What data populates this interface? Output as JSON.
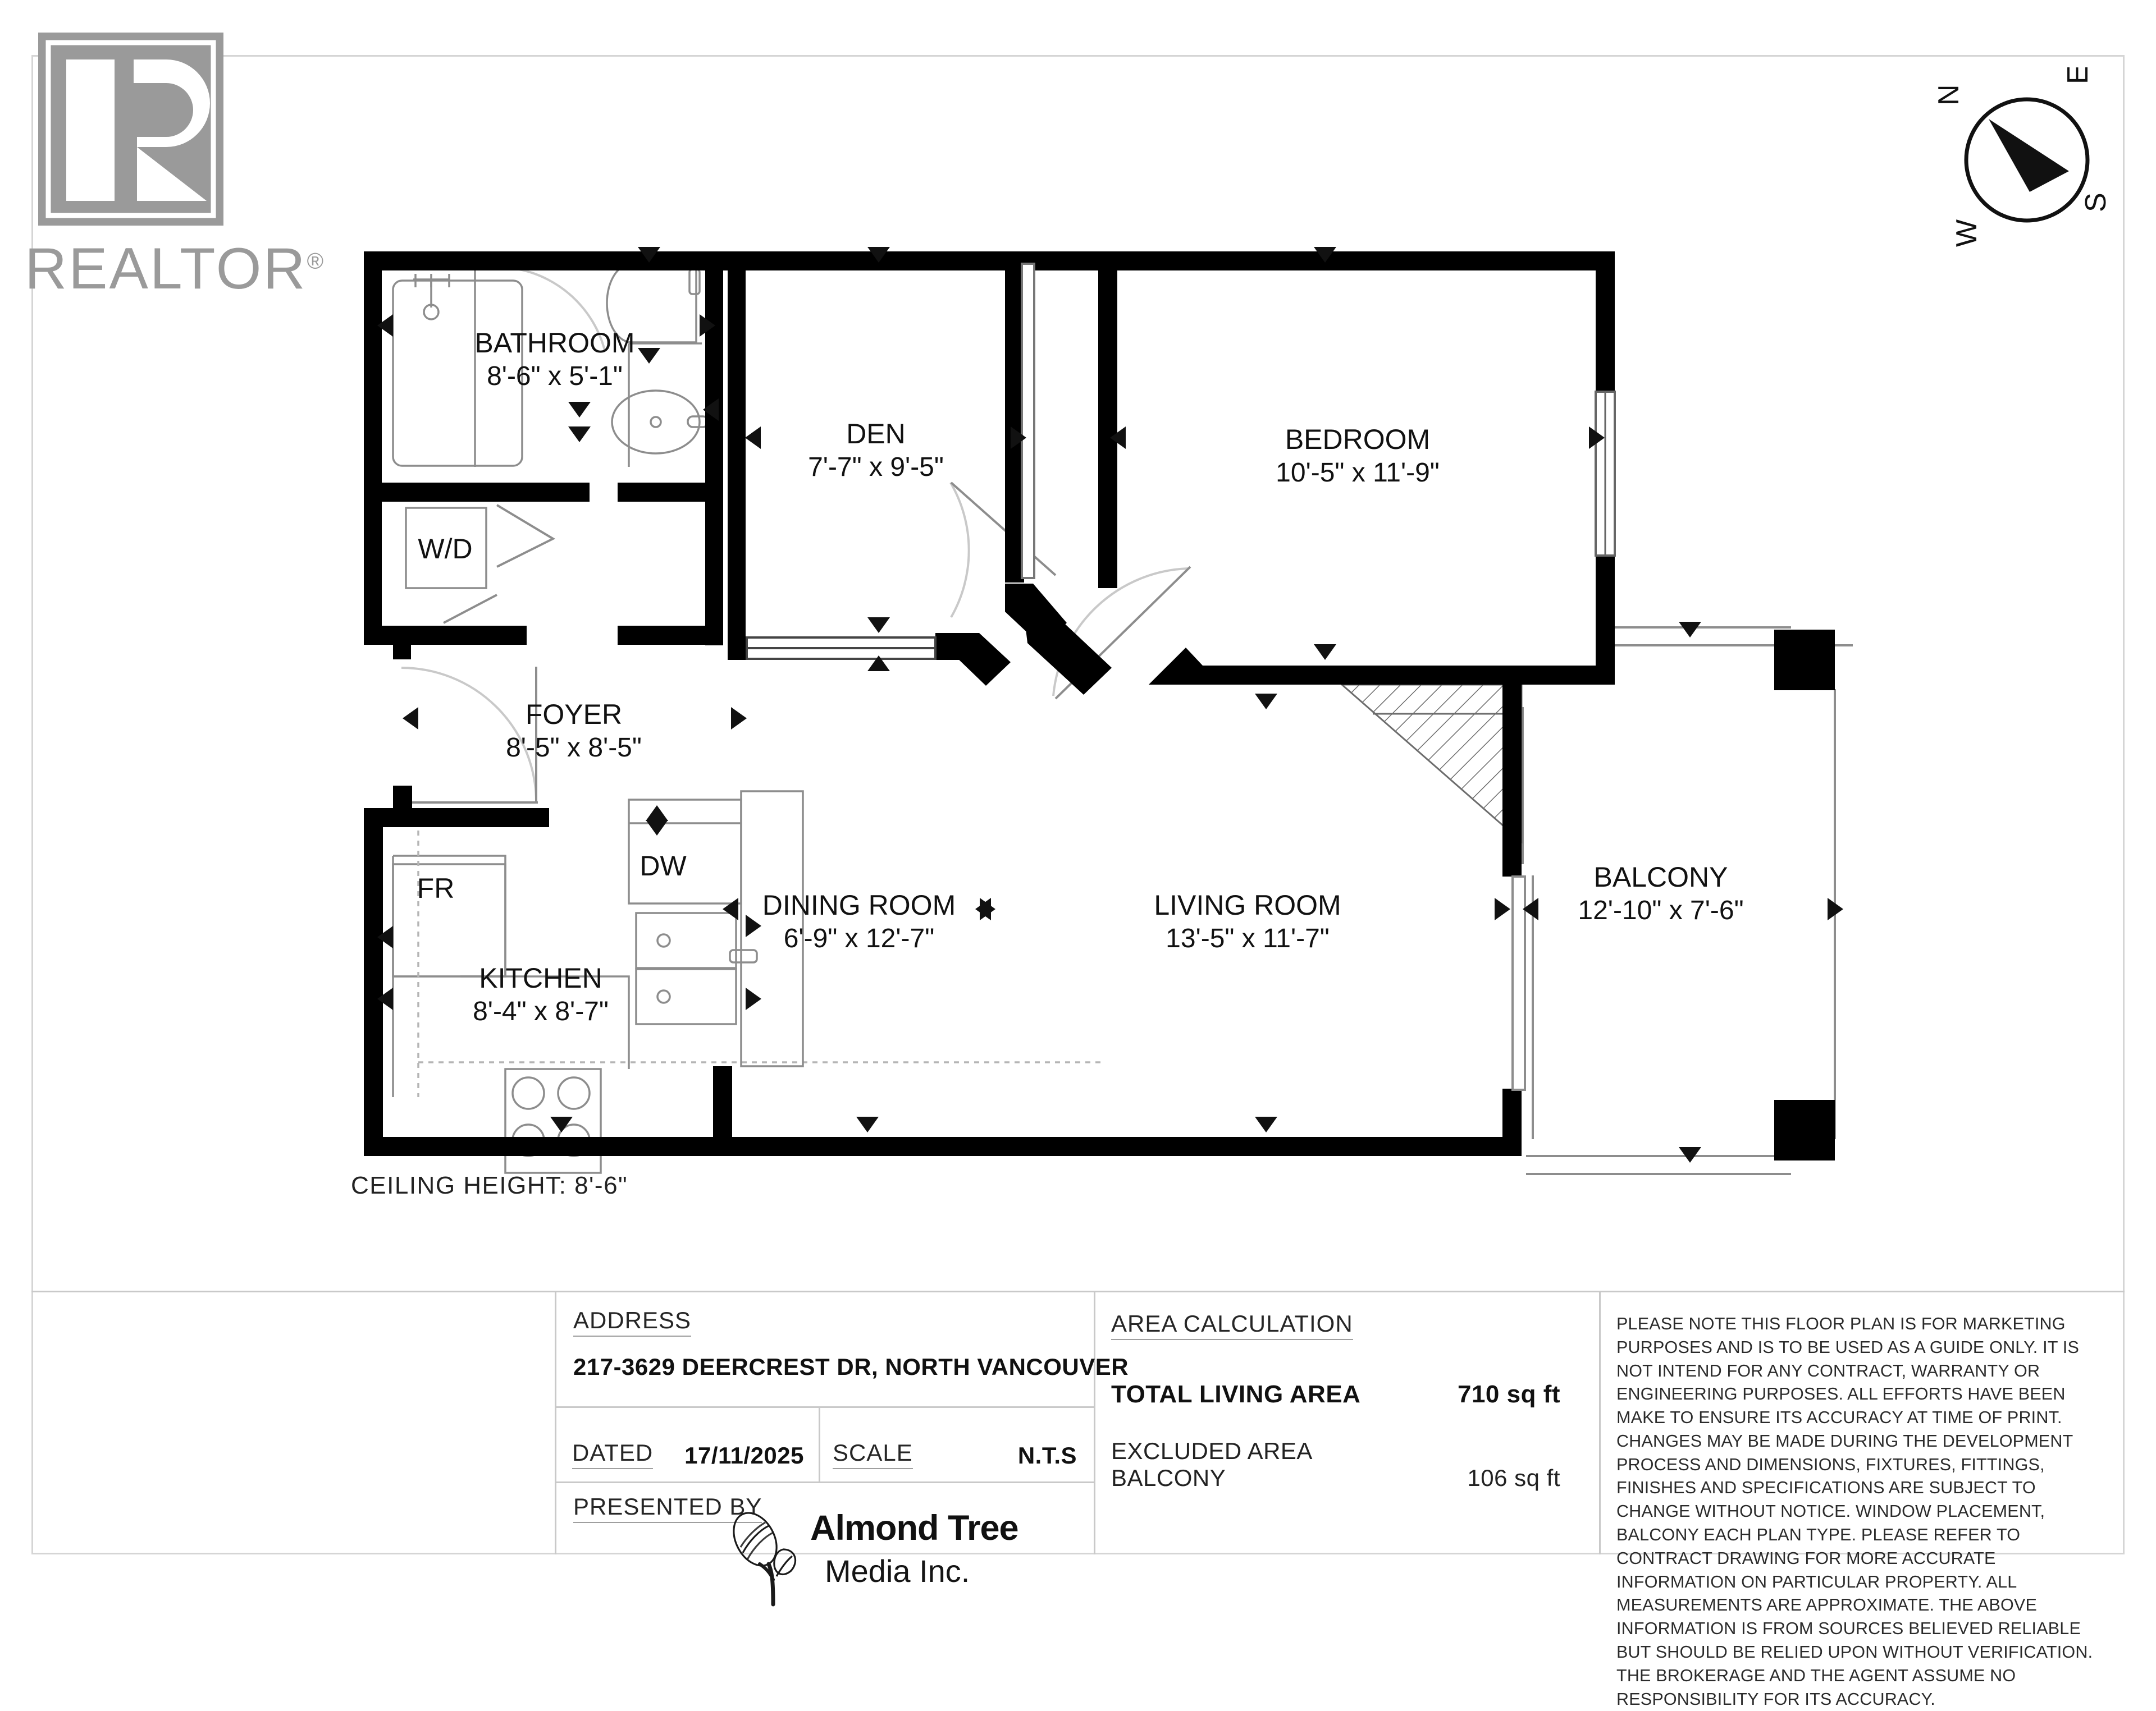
{
  "branding": {
    "realtor_wordmark": "REALTOR",
    "realtor_registered": "®"
  },
  "compass": {
    "north": "N",
    "east": "E",
    "south": "S",
    "west": "W"
  },
  "plan": {
    "ceiling_height_note": "CEILING HEIGHT:  8'-6\"",
    "rooms": [
      {
        "id": "bathroom",
        "name": "BATHROOM",
        "dimensions": "8'-6\" x 5'-1\""
      },
      {
        "id": "den",
        "name": "DEN",
        "dimensions": "7'-7\" x 9'-5\""
      },
      {
        "id": "bedroom",
        "name": "BEDROOM",
        "dimensions": "10'-5\" x 11'-9\""
      },
      {
        "id": "foyer",
        "name": "FOYER",
        "dimensions": "8'-5\" x 8'-5\""
      },
      {
        "id": "kitchen",
        "name": "KITCHEN",
        "dimensions": "8'-4\" x 8'-7\""
      },
      {
        "id": "dining-room",
        "name": "DINING ROOM",
        "dimensions": "6'-9\" x 12'-7\""
      },
      {
        "id": "living-room",
        "name": "LIVING ROOM",
        "dimensions": "13'-5\" x 11'-7\""
      },
      {
        "id": "balcony",
        "name": "BALCONY",
        "dimensions": "12'-10\" x 7'-6\""
      }
    ],
    "appliances": [
      {
        "id": "washer-dryer",
        "label": "W/D"
      },
      {
        "id": "fridge",
        "label": "FR"
      },
      {
        "id": "dishwasher",
        "label": "DW"
      }
    ]
  },
  "footer": {
    "address": {
      "label": "ADDRESS",
      "value": "217-3629 DEERCREST DR, NORTH VANCOUVER"
    },
    "dated": {
      "label": "DATED",
      "value": "17/11/2025"
    },
    "scale": {
      "label": "SCALE",
      "value": "N.T.S"
    },
    "presented_by": {
      "label": "PRESENTED BY",
      "company_name": "Almond Tree",
      "company_sub": "Media Inc."
    },
    "area": {
      "label": "AREA CALCULATION",
      "total_living_label": "TOTAL LIVING AREA",
      "total_living_value": "710 sq ft",
      "excluded_label": "EXCLUDED AREA",
      "balcony_label": "BALCONY",
      "balcony_value": "106 sq ft"
    },
    "disclaimer": "PLEASE NOTE THIS FLOOR PLAN IS FOR MARKETING PURPOSES AND IS TO BE USED AS A GUIDE ONLY. IT IS NOT INTEND FOR ANY CONTRACT, WARRANTY OR ENGINEERING PURPOSES. ALL EFFORTS HAVE BEEN MAKE TO ENSURE ITS ACCURACY AT TIME OF PRINT. CHANGES MAY BE MADE DURING THE DEVELOPMENT PROCESS AND DIMENSIONS, FIXTURES, FITTINGS, FINISHES AND SPECIFICATIONS ARE SUBJECT TO CHANGE WITHOUT NOTICE. WINDOW PLACEMENT, BALCONY EACH PLAN TYPE. PLEASE REFER TO CONTRACT DRAWING FOR MORE ACCURATE INFORMATION ON PARTICULAR PROPERTY. ALL MEASUREMENTS ARE APPROXIMATE. THE ABOVE INFORMATION IS FROM SOURCES BELIEVED RELIABLE BUT SHOULD BE RELIED UPON WITHOUT VERIFICATION. THE BROKERAGE AND THE AGENT ASSUME NO RESPONSIBILITY FOR ITS ACCURACY."
  },
  "colors": {
    "wall": "#000000",
    "fixture_line": "#8d8d8d",
    "frame": "#d5d5d5",
    "logo_gray": "#9a9a9a"
  }
}
